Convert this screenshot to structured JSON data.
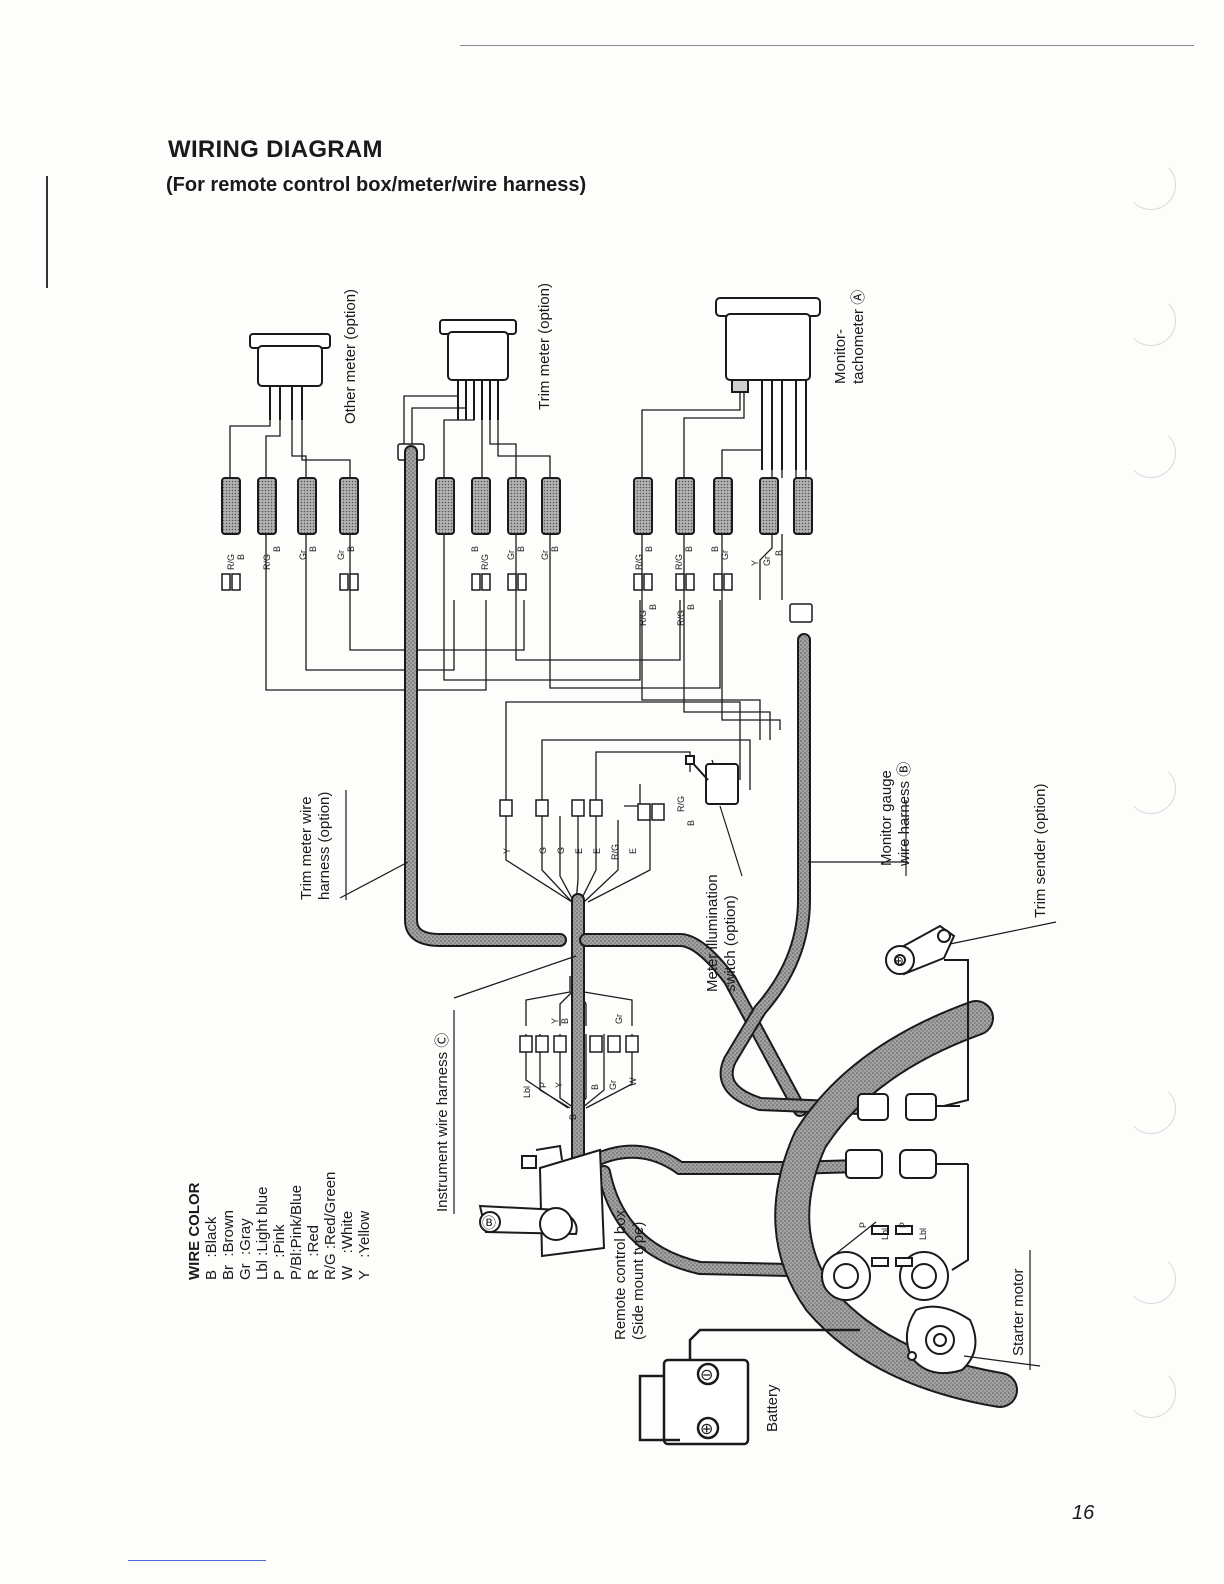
{
  "header": {
    "title": "WIRING DIAGRAM",
    "subtitle": "(For remote control box/meter/wire harness)"
  },
  "page_number": "16",
  "components": {
    "other_meter": "Other meter (option)",
    "trim_meter": "Trim meter (option)",
    "monitor_tach_line1": "Monitor-",
    "monitor_tach_line2": "tachometer Ⓐ",
    "trim_meter_harness_line1": "Trim meter wire",
    "trim_meter_harness_line2": "harness (option)",
    "monitor_gauge_harness_line1": "Monitor gauge",
    "monitor_gauge_harness_line2": "wire harness Ⓑ",
    "trim_sender": "Trim sender (option)",
    "meter_illum_line1": "Meter illumination",
    "meter_illum_line2": "switch (option)",
    "instrument_harness": "Instrument wire harness Ⓒ",
    "remote_box_line1": "Remote control box",
    "remote_box_line2": "(Side mount type)",
    "starter_motor": "Starter motor",
    "battery": "Battery"
  },
  "wire_color_legend": {
    "title": "WIRE COLOR",
    "items": [
      "B   :Black",
      "Br  :Brown",
      "Gr  :Gray",
      "Lbl :Light blue",
      "P   :Pink",
      "P/Bl:Pink/Blue",
      "R   :Red",
      "R/G :Red/Green",
      "W   :White",
      "Y   :Yellow"
    ]
  },
  "wire_labels": {
    "rg": "R/G",
    "b": "B",
    "gr": "Gr",
    "y": "Y",
    "g": "G",
    "e": "E",
    "lbl": "Lbl",
    "p": "P",
    "w": "W",
    "pos": "⊕",
    "neg": "⊖",
    "b_circle": "Ⓑ"
  },
  "colors": {
    "ink": "#1a1a1a",
    "harness_fill": "#8c8c8c",
    "connector_fill": "#9a9a9a",
    "paper": "#fdfdfb"
  }
}
